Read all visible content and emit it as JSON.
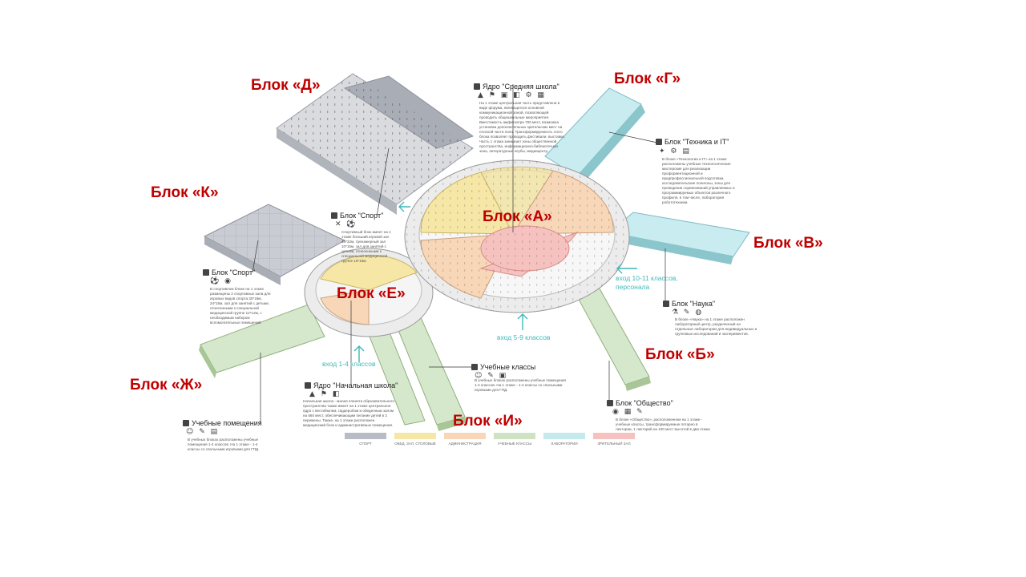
{
  "blocks": {
    "A": "Блок «А»",
    "B": "Блок «Б»",
    "V": "Блок «В»",
    "G": "Блок «Г»",
    "D": "Блок «Д»",
    "E": "Блок «Е»",
    "ZH": "Блок «Ж»",
    "I": "Блок «И»",
    "K": "Блок «К»"
  },
  "captions": {
    "core_middle": "Ядро \"Средняя школа\"",
    "tech_it": "Блок \"Техника и IT\"",
    "sport_upper": "Блок \"Спорт\"",
    "sport_left": "Блок \"Спорт\"",
    "science": "Блок \"Наука\"",
    "society": "Блок \"Общество\"",
    "classes": "Учебные классы",
    "core_primary": "Ядро \"Начальная школа\"",
    "rooms": "Учебные помещения"
  },
  "descriptions": {
    "core_middle": "На 1 этаже центральная часть представлена в виде форума, являющегося основной коммуникационной зоной, позволяющей проводить общешкольные мероприятия. Вместимость амфитеатра 700 мест, возможна установка дополнительных зрительских мест на плоской части пола. Трансформируемость этого блока позволяет проводить фестивали, выставки. Часть 1 этажа занимают зоны общественной пространства, информационно-библиотечная зона, литературные клубы, медиацентр.",
    "tech_it": "В блоке «Технологии и IT» на 1 этаже расположены учебные технологические мастерские для реализации профориентационной и предпрофессиональной подготовки, исследовательские полигоны, зоны для проведения соревнований управляемых и программируемых объектов различного профиля, в том числе, лаборатория робототехники.",
    "sport_upper": "Спортивный блок имеет на 1 этаже больший игровой зал 48*32м, тренажерный зал 10*15м, зал для занятий с детьми, отнесенными к специальной медицинской группе 15*15м.",
    "sport_left": "В спортивном блоке на 1 этаже размещены 2 спортивных зала для игровых видов спорта 30*18м, 24*15м, зал для занятий с детьми, отнесенными к специальной медицинской группе 12*12м, с необходимым набором вспомогательных помещений.",
    "science": "В блоке «Наука» на 1 этаже расположен лабораторный центр, разделенный на отдельные лаборатории для индивидуальных и групповых исследований и экспериментов.",
    "society": "В блоке «Общество», расположенном на 1 этаже - учебные классы, трансформируемые потарно в лектории, 1 лекторий на 100 мест высотой в два этажа",
    "classes": "В учебных блоках расположены учебные помещения 1-4 классов. На 1 этаже - 1-4 классы со спальными игровыми для ГПД.",
    "core_primary": "Начальная школа - малая планета образовательного пространства также имеет на 1 этаже центральное ядро с вестибюлем, гардеробом и обеденным залом на 560 мест, обеспечивающим питание детей в 2 перемены. Также, на 1 этаже расположен медицинский блок и административные помещения.",
    "rooms": "В учебных блоках расположены учебные помещения 1-4 классов. На 1 этаже - 1-4 классы со спальными игровыми для ГПД."
  },
  "icon_rows": {
    "core_middle": "▲ ⚑ ▣ ◧ ⚙ ▦",
    "tech_it": "✦ ⚙ ▤",
    "sport_upper": "✕ ⚽",
    "sport_left": "⚽ ◉",
    "science": "⚗ ✎ ◍",
    "society": "◉ ▦ ✎",
    "classes": "☺ ✎ ▣",
    "core_primary": "▲ ⚑ ◧",
    "rooms": "☺ ✎ ▤"
  },
  "entrances": {
    "senior": "вход 10-11 классов,\nперсонала",
    "middle": "вход 5-9 классов",
    "primary": "вход 1-4 классов"
  },
  "legend": [
    {
      "label": "СПОРТ",
      "color": "#b8bcc6"
    },
    {
      "label": "ОБЕД. ЗАЛ, СТОЛОВЫЕ",
      "color": "#f6e7a6"
    },
    {
      "label": "АДМИНИСТРАЦИЯ",
      "color": "#f7d7b8"
    },
    {
      "label": "УЧЕБНЫЕ КЛАССЫ",
      "color": "#cfe3c3"
    },
    {
      "label": "ЛАБОРАТОРИИ",
      "color": "#c4eaee"
    },
    {
      "label": "ЗРИТЕЛЬНЫЙ ЗАЛ",
      "color": "#f6c2bf"
    }
  ],
  "colors": {
    "block_label": "#c00000",
    "sport": "#9ea3ad",
    "dining": "#f2df8e",
    "admin": "#f2c9a3",
    "classes": "#bcd9ae",
    "labs": "#a9dde3",
    "hall": "#f2a9a4",
    "entrance": "#3fb8b8"
  }
}
